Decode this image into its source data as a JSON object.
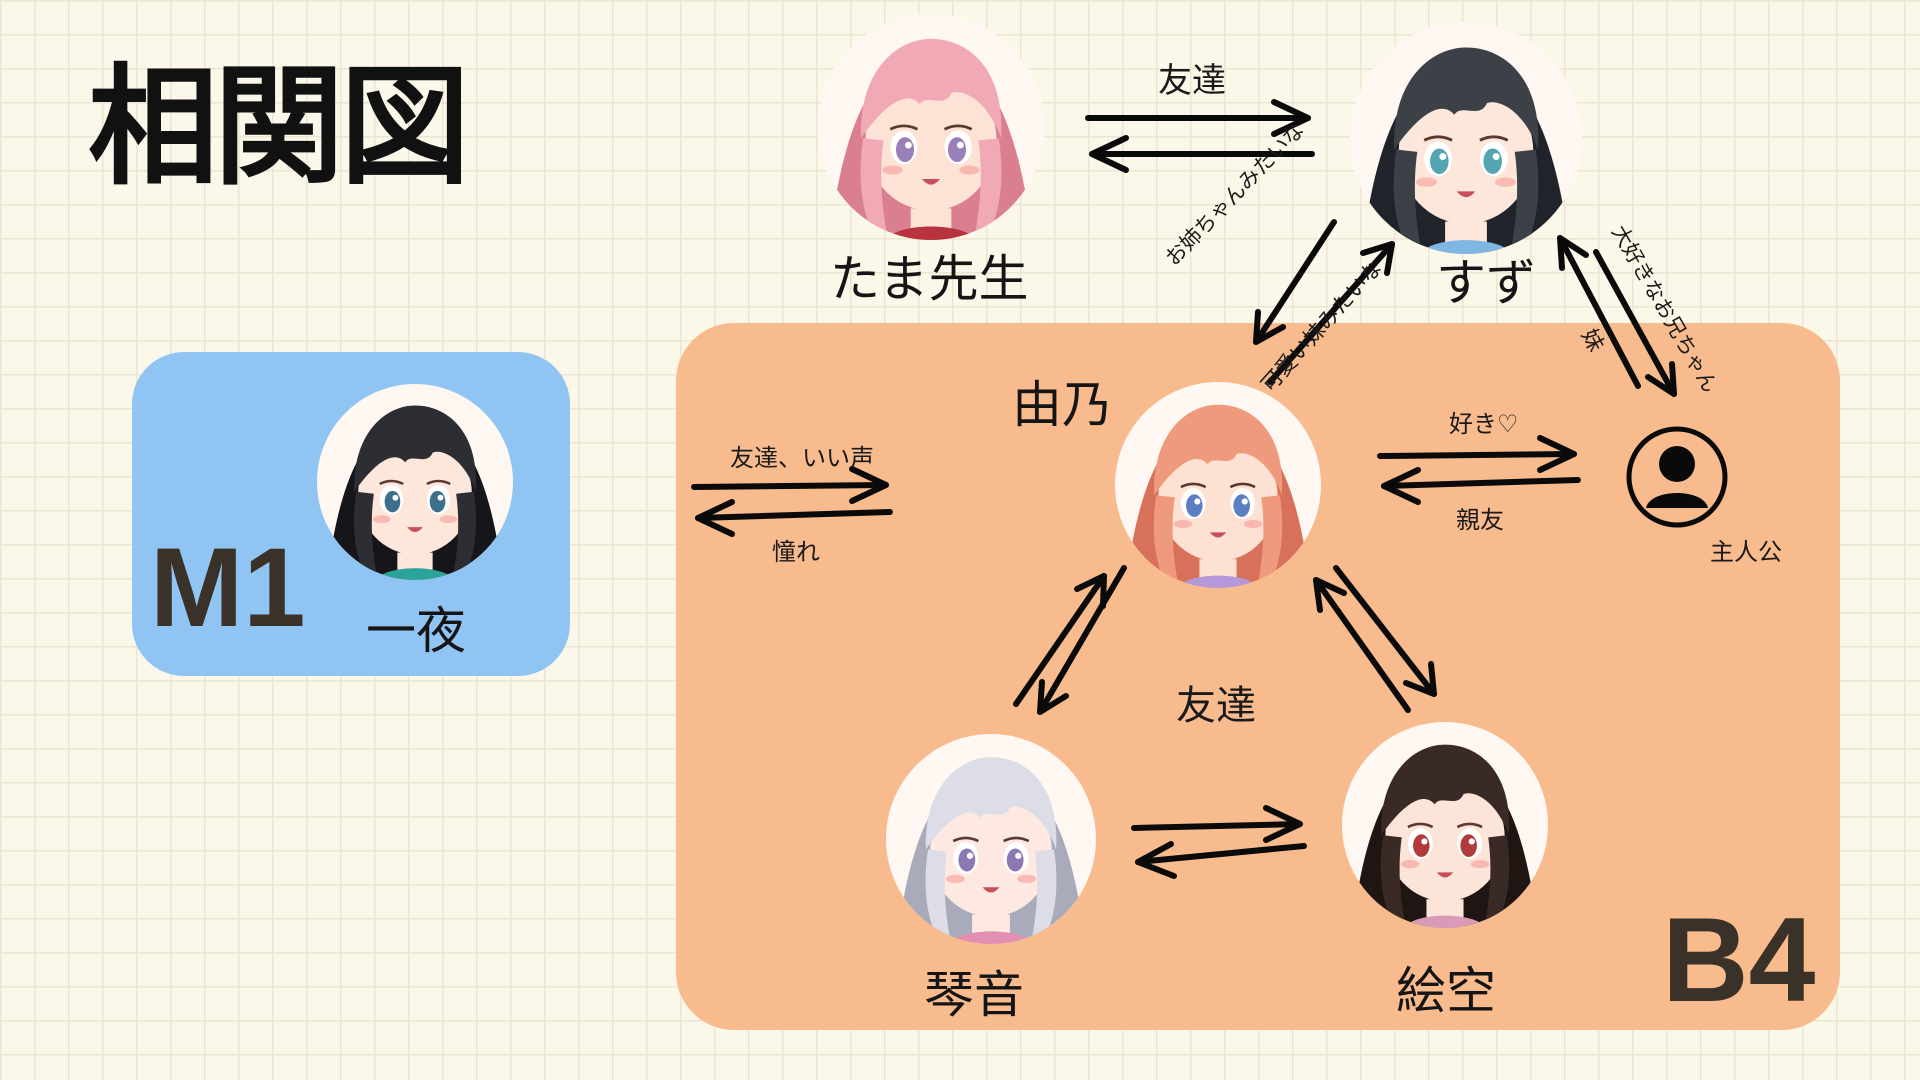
{
  "title": "相関図",
  "groups": {
    "m1": "M1",
    "b4": "B4"
  },
  "characters": {
    "tama": {
      "name": "たま先生",
      "hair": "#f2a9b6",
      "hair_dark": "#d97f90",
      "eyes": "#9b7fb8",
      "skin": "#fde3d6",
      "accent": "#b8333f"
    },
    "suzu": {
      "name": "すず",
      "hair": "#3c4148",
      "hair_dark": "#20242a",
      "eyes": "#53a6b1",
      "skin": "#fde6da",
      "accent": "#7fb6e3"
    },
    "yuno": {
      "name": "由乃",
      "hair": "#f09a7d",
      "hair_dark": "#d7715a",
      "eyes": "#5c7fc4",
      "skin": "#fde2d4",
      "accent": "#b598d9"
    },
    "kazuya": {
      "name": "一夜",
      "hair": "#2d2d34",
      "hair_dark": "#15151a",
      "eyes": "#3d6f8a",
      "skin": "#fde6da",
      "accent": "#2aa39a"
    },
    "kotone": {
      "name": "琴音",
      "hair": "#dcdde6",
      "hair_dark": "#a9abbb",
      "eyes": "#8c78b3",
      "skin": "#fde9e1",
      "accent": "#e38fb2"
    },
    "esora": {
      "name": "絵空",
      "hair": "#3a2a26",
      "hair_dark": "#1f1513",
      "eyes": "#b13b3b",
      "skin": "#fde4d8",
      "accent": "#d99ab8"
    },
    "protagonist": {
      "name": "主人公",
      "icon": "user-silhouette-icon"
    }
  },
  "relations": {
    "tama_suzu": "友達",
    "yuno_to_suzu": "お姉ちゃんみたいな",
    "suzu_to_yuno": "可愛い妹みたいな",
    "suzu_to_protag": "大好きなお兄ちゃん",
    "protag_to_suzu": "妹",
    "yuno_to_protag": "好き♡",
    "protag_to_yuno": "親友",
    "yuno_to_kazuya": "友達、いい声",
    "kazuya_to_yuno": "憧れ",
    "b4_friends": "友達"
  },
  "colors": {
    "background": "#fbf7e9",
    "grid": "#ebe6d2",
    "m1_group": "#90c5f3",
    "b4_group": "#f7bb8e",
    "ink": "#0a0a0a"
  }
}
